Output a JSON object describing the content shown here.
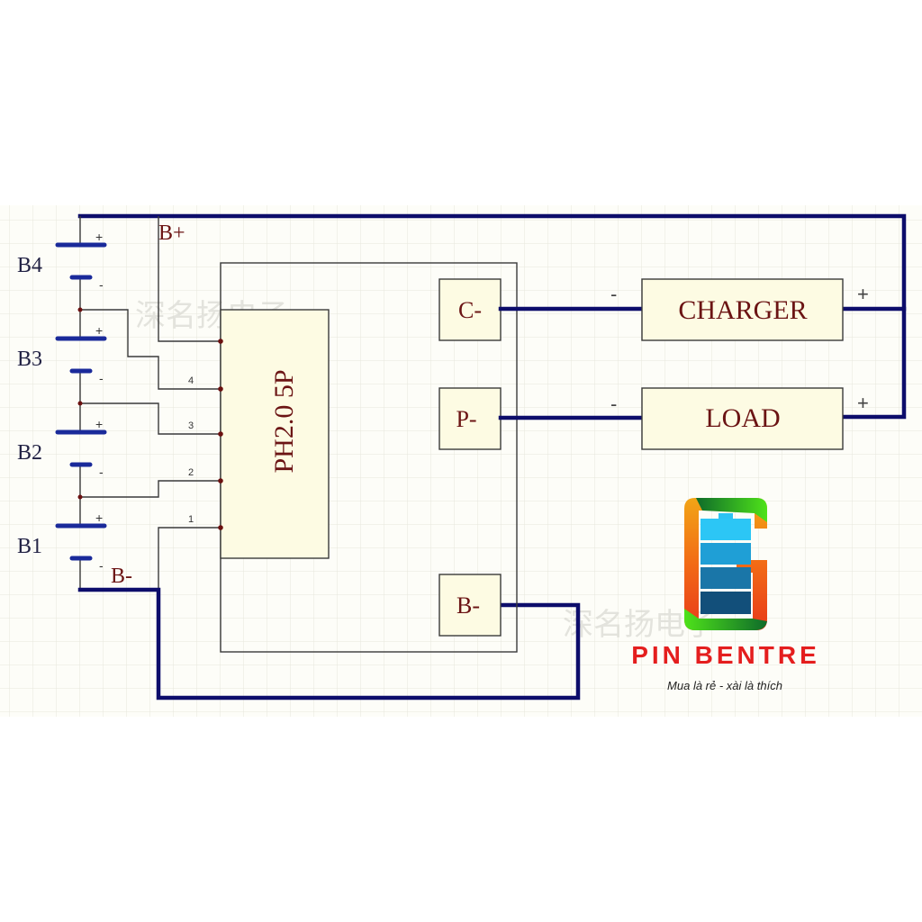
{
  "diagram": {
    "title": "BMS wiring diagram 4S (PH2.0 5P connector)",
    "colors": {
      "thick_wire": "#0d0d6b",
      "thin_wire": "#3a3a3a",
      "battery_plate": "#1a2a9a",
      "box_fill": "#fdfbe3",
      "label_red": "#6b1414",
      "brand_red": "#e41e1e"
    },
    "cells": [
      {
        "label": "B4",
        "plus": "+",
        "minus": "-"
      },
      {
        "label": "B3",
        "plus": "+",
        "minus": "-"
      },
      {
        "label": "B2",
        "plus": "+",
        "minus": "-"
      },
      {
        "label": "B1",
        "plus": "+",
        "minus": "-"
      }
    ],
    "net_labels": {
      "b_plus": "B+",
      "b_minus": "B-"
    },
    "connector": {
      "label": "PH2.0 5P",
      "pins": [
        "4",
        "3",
        "2",
        "1"
      ]
    },
    "bms_terminals": {
      "c_minus": "C-",
      "p_minus": "P-",
      "b_minus": "B-"
    },
    "external": {
      "charger": {
        "label": "CHARGER",
        "minus": "-",
        "plus": "+"
      },
      "load": {
        "label": "LOAD",
        "minus": "-",
        "plus": "+"
      }
    },
    "watermark": "深名扬电子"
  },
  "brand": {
    "name": "PIN BENTRE",
    "slogan": "Mua là rẻ - xài là thích",
    "logo_icon": "battery-g-logo"
  }
}
